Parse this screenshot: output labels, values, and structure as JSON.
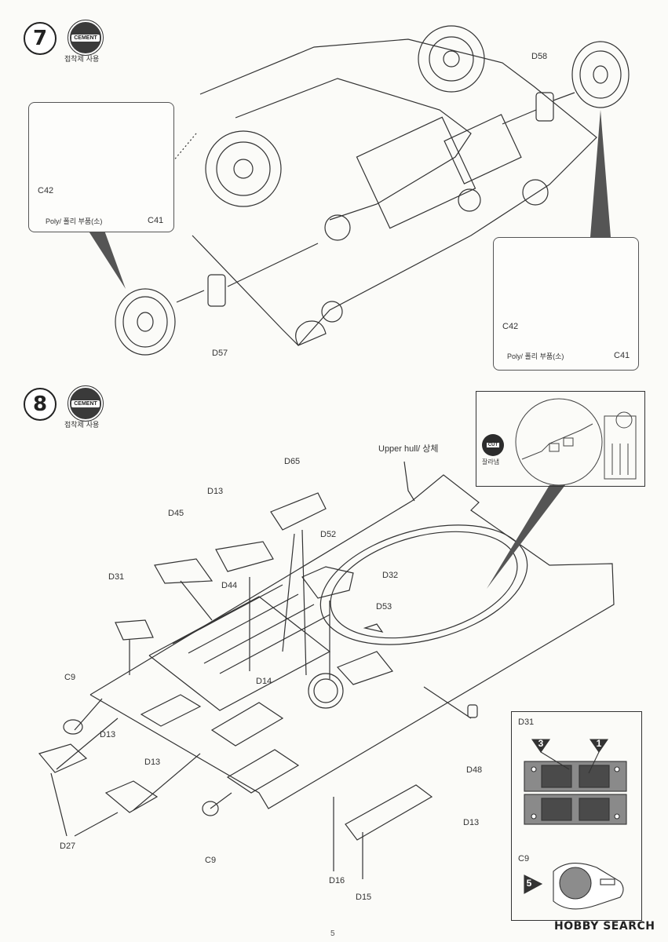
{
  "steps": [
    {
      "number": "7",
      "badge": "CEMENT",
      "note": "접착제 사용"
    },
    {
      "number": "8",
      "badge": "CEMENT",
      "note": "접착제 사용"
    }
  ],
  "step7_labels": {
    "d58": "D58",
    "d57": "D57",
    "inset_left": {
      "c42": "C42",
      "c41": "C41",
      "poly": "Poly/ 폴리 부품(소)"
    },
    "inset_right": {
      "c42": "C42",
      "c41": "C41",
      "poly": "Poly/ 폴리 부품(소)"
    }
  },
  "step8_labels": {
    "upper_hull": "Upper hull/ 상체",
    "d65": "D65",
    "d13_top": "D13",
    "d45": "D45",
    "d52": "D52",
    "d44": "D44",
    "d32": "D32",
    "d31": "D31",
    "d53": "D53",
    "c9_left": "C9",
    "d14": "D14",
    "d13_left": "D13",
    "d13_mid": "D13",
    "d13_right": "D13",
    "d48": "D48",
    "d27": "D27",
    "c9_bottom": "C9",
    "d16": "D16",
    "d15": "D15"
  },
  "cut_inset": {
    "badge": "CUT",
    "note": "잘라냄"
  },
  "detail_box": {
    "d31_title": "D31",
    "c9_title": "C9",
    "callouts": [
      "3",
      "1",
      "5"
    ]
  },
  "footer": {
    "page": "5",
    "brand": "HOBBY SEARCH"
  }
}
